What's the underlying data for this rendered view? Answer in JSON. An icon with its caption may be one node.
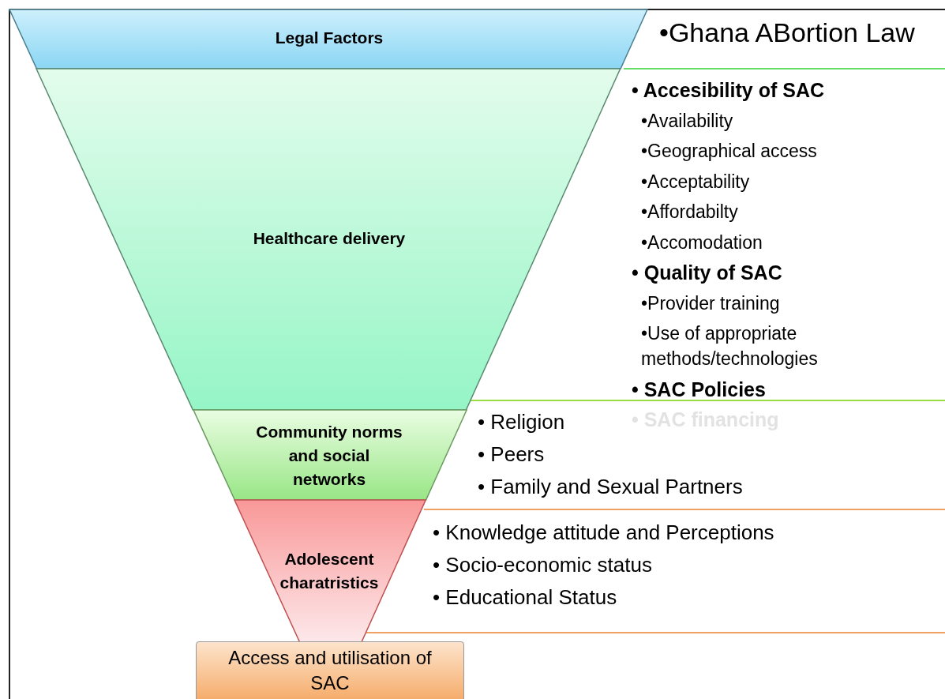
{
  "diagram": {
    "nodes": [
      {
        "text": [
          "Legal Factors"
        ],
        "beside": [
          "•Ghana ABortion Law"
        ]
      },
      {
        "text": [
          "Healthcare delivery"
        ],
        "beside": [
          "• Accesibility of SAC",
          "•Availability",
          "•Geographical access",
          "•Acceptability",
          "•Affordabilty",
          "•Accomodation",
          "• Quality of SAC",
          "•Provider training",
          "•Use of appropriate methods/technologies",
          "• SAC Policies",
          "• SAC financing"
        ]
      },
      {
        "text": [
          "Community norms and social networks"
        ],
        "beside": [
          "• Religion",
          "• Peers",
          "• Family and Sexual Partners"
        ]
      },
      {
        "text": [
          "Adolescent charatristics"
        ],
        "beside": [
          "• Knowledge attitude and Perceptions",
          "• Socio-economic status",
          "• Educational Status"
        ]
      },
      {
        "text": [
          "Access and utilisation of SAC"
        ]
      }
    ]
  }
}
